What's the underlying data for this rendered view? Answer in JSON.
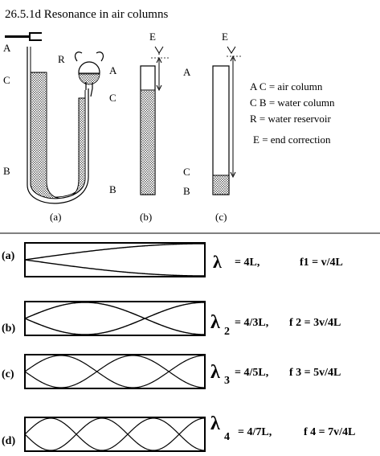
{
  "title": "26.5.1d Resonance in air columns",
  "apparatus": {
    "labels": {
      "A": "A",
      "B": "B",
      "C": "C",
      "R": "R",
      "E": "E"
    },
    "sublabels": [
      "(a)",
      "(b)",
      "(c)"
    ],
    "legend": [
      "A C = air column",
      "C B = water column",
      "R = water reservoir",
      "E = end correction"
    ]
  },
  "modes": [
    {
      "label": "(a)",
      "lambda_symbol": "λ",
      "subscript": "",
      "equation": "=  4L,",
      "frequency": "f1 = v/4L",
      "loops": 0.5
    },
    {
      "label": "(b)",
      "lambda_symbol": "λ",
      "subscript": "2",
      "equation": "=  4/3L,",
      "frequency": "f 2  =  3v/4L",
      "loops": 1.5
    },
    {
      "label": "(c)",
      "lambda_symbol": "λ",
      "subscript": "3",
      "equation": "=  4/5L,",
      "frequency": "f 3  = 5v/4L",
      "loops": 2.5
    },
    {
      "label": "(d)",
      "lambda_symbol": "λ",
      "subscript": "4",
      "equation": "= 4/7L,",
      "frequency": "f  4  = 7v/4L",
      "loops": 3.5
    }
  ]
}
